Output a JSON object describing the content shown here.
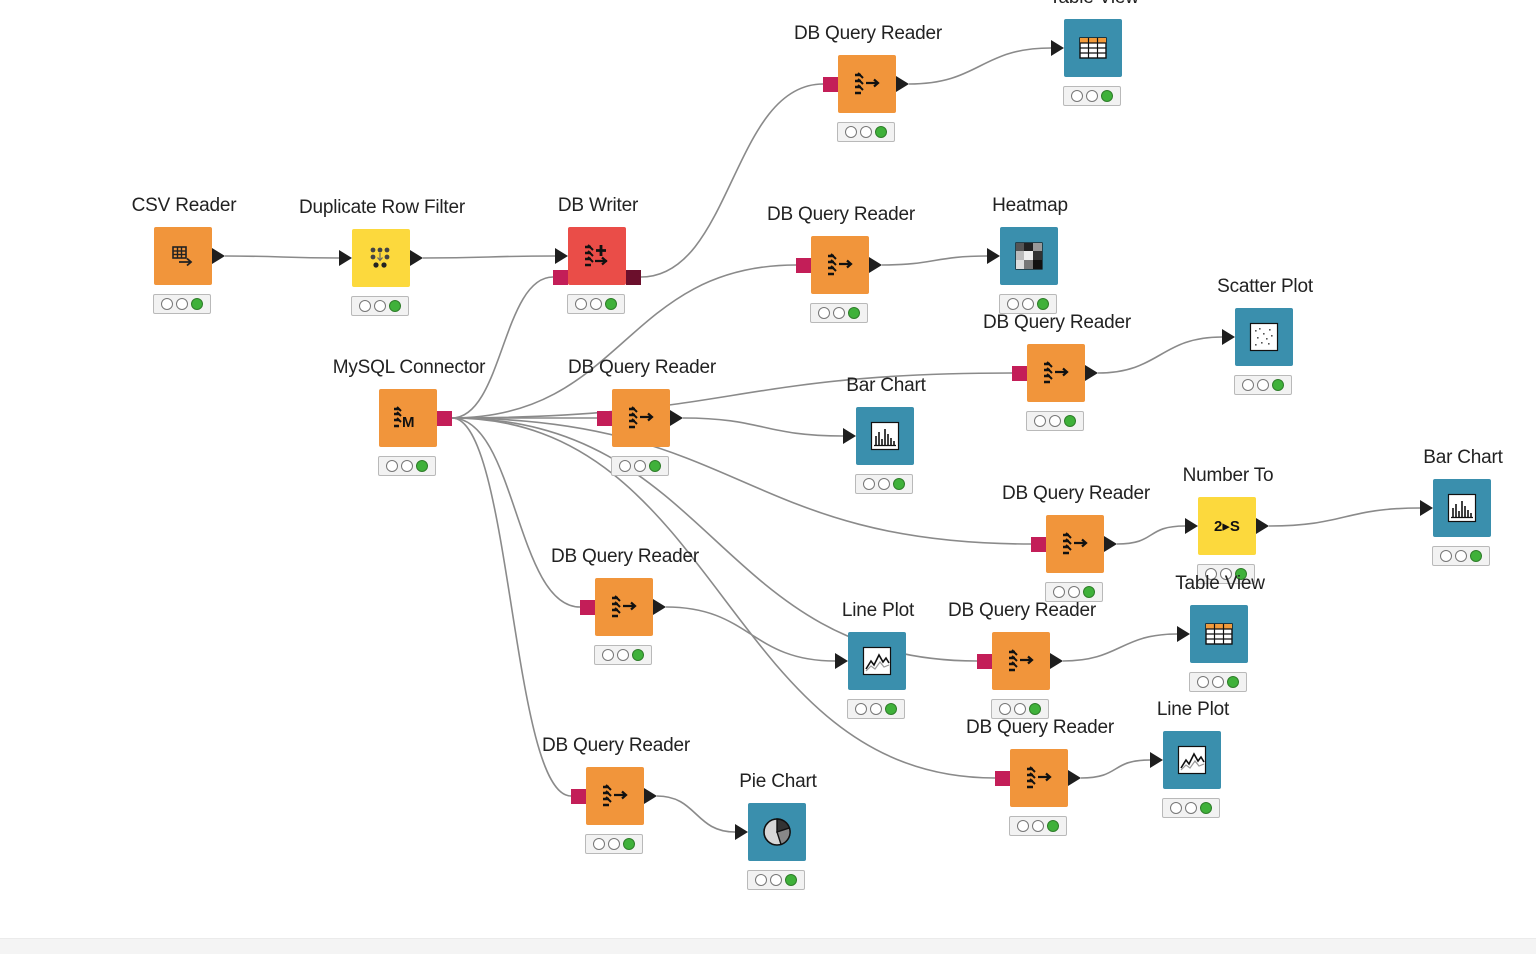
{
  "colors": {
    "source": "#f1953b",
    "manipulator": "#fcd93d",
    "writer": "#ea4d48",
    "visualizer": "#3a8fad",
    "db_port": "#c31e58",
    "wire": "#8a8a8a"
  },
  "nodes": {
    "csv_reader": {
      "label": "CSV Reader",
      "icon": "csv-reader-icon",
      "status": [
        "idle",
        "idle",
        "executed"
      ]
    },
    "duplicate_row_filter": {
      "label": "Duplicate Row Filter",
      "icon": "duplicate-row-filter-icon",
      "status": [
        "idle",
        "idle",
        "executed"
      ]
    },
    "db_writer": {
      "label": "DB Writer",
      "icon": "db-writer-icon",
      "status": [
        "idle",
        "idle",
        "executed"
      ]
    },
    "mysql_connector": {
      "label": "MySQL Connector",
      "icon": "mysql-connector-icon",
      "status": [
        "idle",
        "idle",
        "executed"
      ]
    },
    "db_query_reader_1": {
      "label": "DB Query Reader",
      "icon": "db-query-reader-icon",
      "status": [
        "idle",
        "idle",
        "executed"
      ]
    },
    "table_view_1": {
      "label": "Table View",
      "icon": "table-view-icon",
      "status": [
        "idle",
        "idle",
        "executed"
      ]
    },
    "db_query_reader_2": {
      "label": "DB Query Reader",
      "icon": "db-query-reader-icon",
      "status": [
        "idle",
        "idle",
        "executed"
      ]
    },
    "heatmap": {
      "label": "Heatmap",
      "icon": "heatmap-icon",
      "status": [
        "idle",
        "idle",
        "executed"
      ]
    },
    "db_query_reader_3": {
      "label": "DB Query Reader",
      "icon": "db-query-reader-icon",
      "status": [
        "idle",
        "idle",
        "executed"
      ]
    },
    "bar_chart_1": {
      "label": "Bar Chart",
      "icon": "bar-chart-icon",
      "status": [
        "idle",
        "idle",
        "executed"
      ]
    },
    "db_query_reader_4": {
      "label": "DB Query Reader",
      "icon": "db-query-reader-icon",
      "status": [
        "idle",
        "idle",
        "executed"
      ]
    },
    "scatter_plot": {
      "label": "Scatter Plot",
      "icon": "scatter-plot-icon",
      "status": [
        "idle",
        "idle",
        "executed"
      ]
    },
    "db_query_reader_5": {
      "label": "DB Query Reader",
      "icon": "db-query-reader-icon",
      "status": [
        "idle",
        "idle",
        "executed"
      ]
    },
    "number_to_string": {
      "label": "Number To",
      "icon": "number-to-string-icon",
      "icon_text": "2▸S",
      "status": [
        "idle",
        "idle",
        "executed"
      ]
    },
    "bar_chart_2": {
      "label": "Bar Chart",
      "icon": "bar-chart-icon",
      "status": [
        "idle",
        "idle",
        "executed"
      ]
    },
    "db_query_reader_6": {
      "label": "DB Query Reader",
      "icon": "db-query-reader-icon",
      "status": [
        "idle",
        "idle",
        "executed"
      ]
    },
    "line_plot_1": {
      "label": "Line Plot",
      "icon": "line-plot-icon",
      "status": [
        "idle",
        "idle",
        "executed"
      ]
    },
    "db_query_reader_7": {
      "label": "DB Query Reader",
      "icon": "db-query-reader-icon",
      "status": [
        "idle",
        "idle",
        "executed"
      ]
    },
    "table_view_2": {
      "label": "Table View",
      "icon": "table-view-icon",
      "status": [
        "idle",
        "idle",
        "executed"
      ]
    },
    "db_query_reader_8": {
      "label": "DB Query Reader",
      "icon": "db-query-reader-icon",
      "status": [
        "idle",
        "idle",
        "executed"
      ]
    },
    "line_plot_2": {
      "label": "Line Plot",
      "icon": "line-plot-icon",
      "status": [
        "idle",
        "idle",
        "executed"
      ]
    },
    "db_query_reader_9": {
      "label": "DB Query Reader",
      "icon": "db-query-reader-icon",
      "status": [
        "idle",
        "idle",
        "executed"
      ]
    },
    "pie_chart": {
      "label": "Pie Chart",
      "icon": "pie-chart-icon",
      "status": [
        "idle",
        "idle",
        "executed"
      ]
    }
  },
  "connections": [
    [
      "csv_reader",
      "duplicate_row_filter"
    ],
    [
      "duplicate_row_filter",
      "db_writer"
    ],
    [
      "mysql_connector",
      "db_writer"
    ],
    [
      "db_writer",
      "db_query_reader_1"
    ],
    [
      "db_query_reader_1",
      "table_view_1"
    ],
    [
      "mysql_connector",
      "db_query_reader_2"
    ],
    [
      "db_query_reader_2",
      "heatmap"
    ],
    [
      "mysql_connector",
      "db_query_reader_3"
    ],
    [
      "db_query_reader_3",
      "bar_chart_1"
    ],
    [
      "mysql_connector",
      "db_query_reader_4"
    ],
    [
      "db_query_reader_4",
      "scatter_plot"
    ],
    [
      "mysql_connector",
      "db_query_reader_5"
    ],
    [
      "db_query_reader_5",
      "number_to_string"
    ],
    [
      "number_to_string",
      "bar_chart_2"
    ],
    [
      "mysql_connector",
      "db_query_reader_6"
    ],
    [
      "db_query_reader_6",
      "line_plot_1"
    ],
    [
      "mysql_connector",
      "db_query_reader_7"
    ],
    [
      "db_query_reader_7",
      "table_view_2"
    ],
    [
      "mysql_connector",
      "db_query_reader_8"
    ],
    [
      "db_query_reader_8",
      "line_plot_2"
    ],
    [
      "mysql_connector",
      "db_query_reader_9"
    ],
    [
      "db_query_reader_9",
      "pie_chart"
    ]
  ]
}
